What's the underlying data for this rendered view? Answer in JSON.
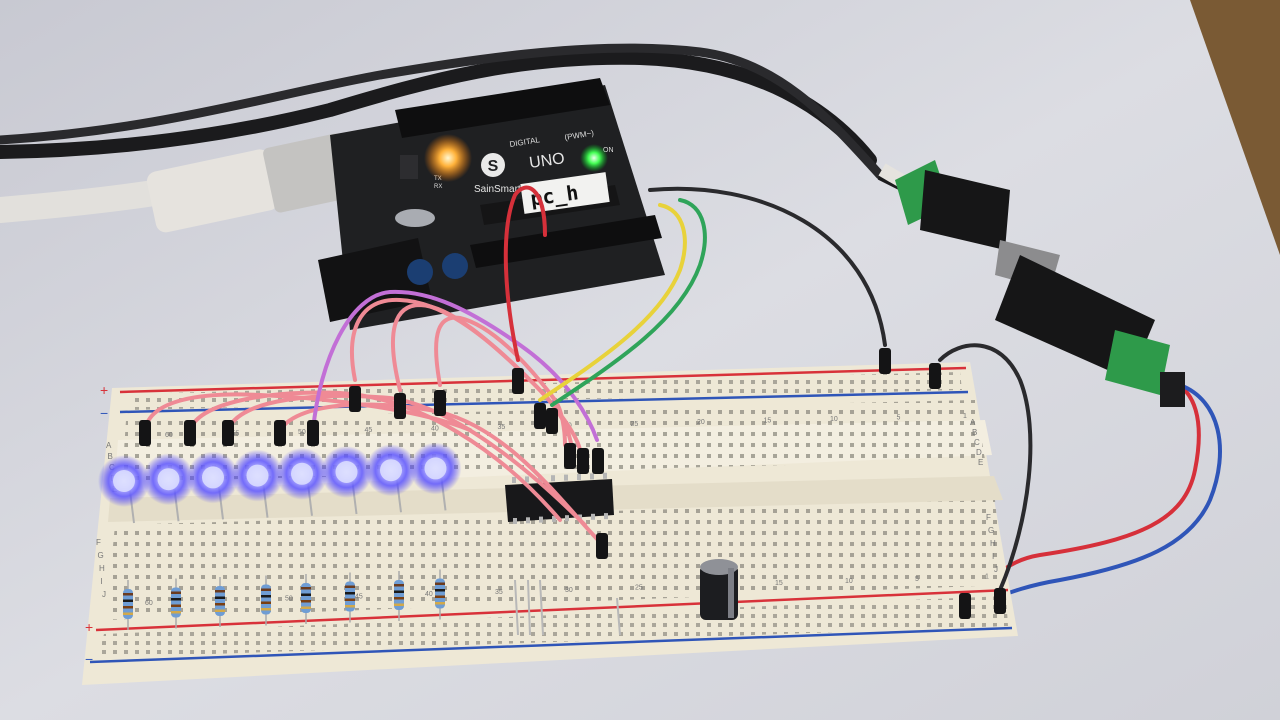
{
  "board": {
    "brand_letter": "S",
    "brand_name": "SainSmart",
    "model": "UNO",
    "digital_label": "DIGITAL",
    "pwm_label": "(PWM~)",
    "on_label": "ON",
    "tx_label": "TX",
    "rx_label": "RX",
    "sticker_text": "pc_h"
  },
  "breadboard": {
    "rail_plus": "+",
    "rail_minus": "−",
    "row_letters_top": [
      "A",
      "B",
      "C",
      "D",
      "E"
    ],
    "row_letters_bottom": [
      "F",
      "G",
      "H",
      "I",
      "J"
    ],
    "col_top": [
      "60",
      "55",
      "50",
      "45",
      "40",
      "35",
      "30",
      "25",
      "20",
      "15",
      "10",
      "5",
      "1"
    ],
    "col_bottom": [
      "60",
      "55",
      "50",
      "45",
      "40",
      "35",
      "30",
      "25",
      "20",
      "15",
      "10",
      "5",
      "1"
    ]
  },
  "colors": {
    "background": "#d7d8de",
    "board_pcb": "#1f2022",
    "breadboard": "#eee8d6",
    "rail_red": "#d8323a",
    "rail_blue": "#2f55b8",
    "led_glow": "#6f6bff",
    "wire_pink": "#ef8a95",
    "wire_red": "#d6303a",
    "wire_yellow": "#e8d23a",
    "wire_green": "#2fa45a",
    "terminal_green": "#2e9a4a"
  },
  "leds": {
    "count": 8,
    "state": "on",
    "color_name": "blue"
  },
  "resistors": {
    "count": 8
  }
}
